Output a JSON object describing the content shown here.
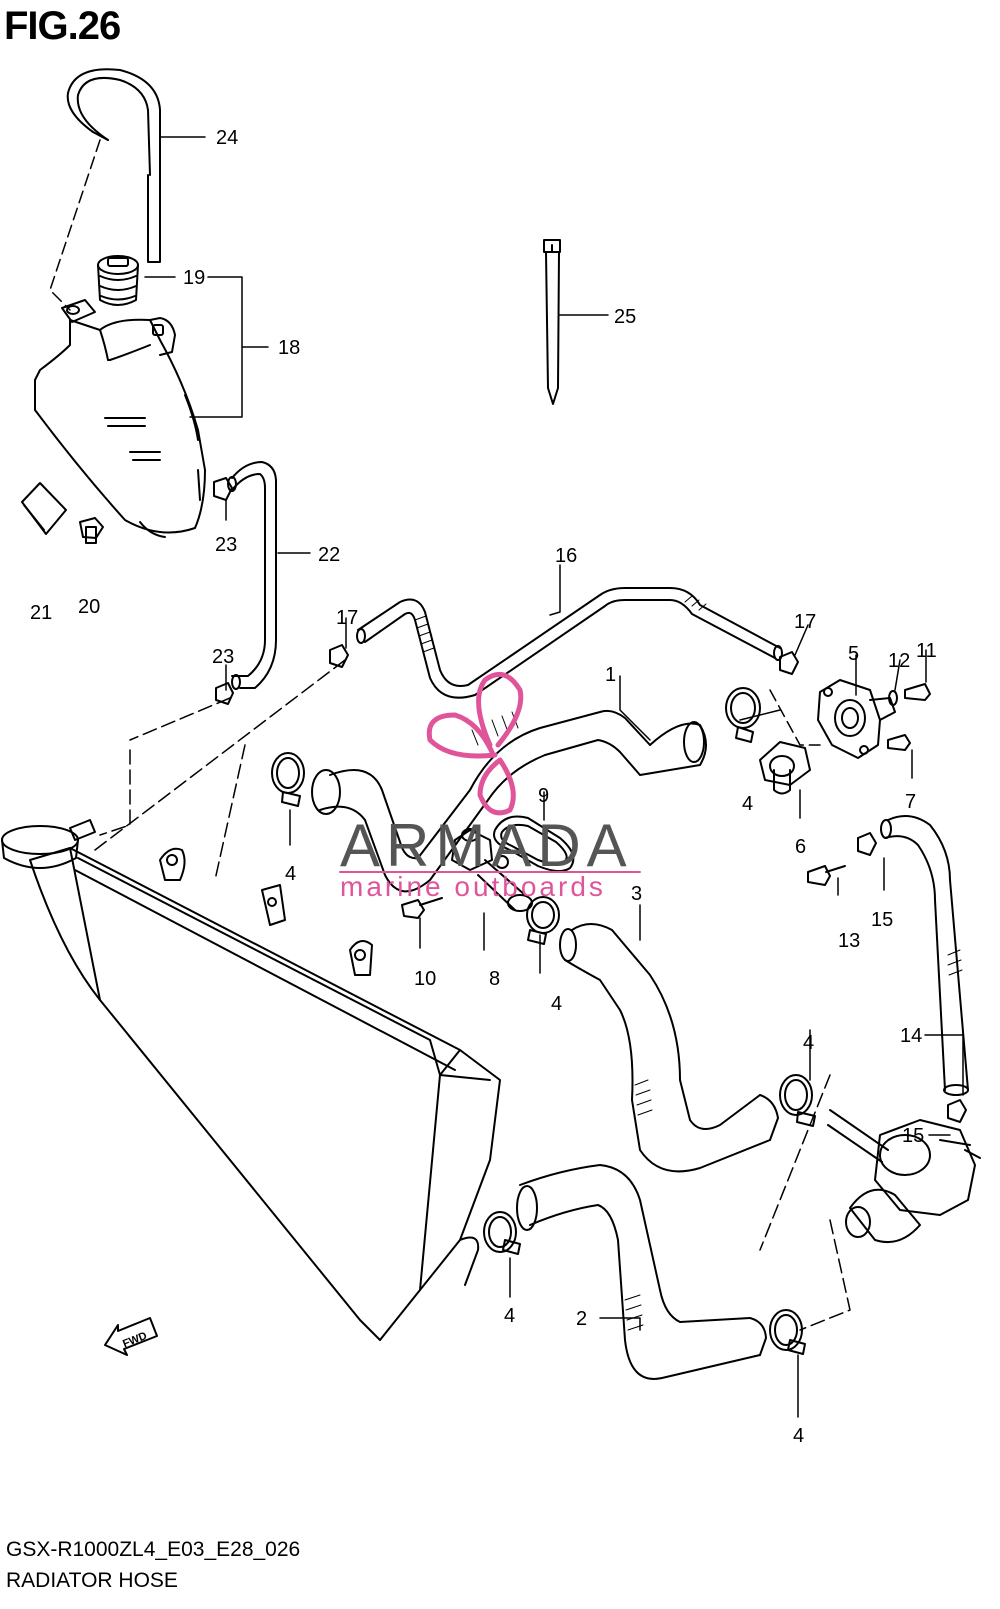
{
  "figure": {
    "title": "FIG.26",
    "code": "GSX-R1000ZL4_E03_E28_026",
    "name": "RADIATOR HOSE"
  },
  "watermark": {
    "brand": "ARMADA",
    "tagline": "marine outboards",
    "accent_color": "#e0559a",
    "text_color": "#555555"
  },
  "fwd_label": "FWD",
  "callouts": [
    {
      "id": "c1",
      "label": "1"
    },
    {
      "id": "c2",
      "label": "2"
    },
    {
      "id": "c3",
      "label": "3"
    },
    {
      "id": "c4a",
      "label": "4"
    },
    {
      "id": "c4b",
      "label": "4"
    },
    {
      "id": "c4c",
      "label": "4"
    },
    {
      "id": "c4d",
      "label": "4"
    },
    {
      "id": "c4e",
      "label": "4"
    },
    {
      "id": "c4f",
      "label": "4"
    },
    {
      "id": "c5",
      "label": "5"
    },
    {
      "id": "c6",
      "label": "6"
    },
    {
      "id": "c7",
      "label": "7"
    },
    {
      "id": "c8",
      "label": "8"
    },
    {
      "id": "c9",
      "label": "9"
    },
    {
      "id": "c10",
      "label": "10"
    },
    {
      "id": "c11",
      "label": "11"
    },
    {
      "id": "c12",
      "label": "12"
    },
    {
      "id": "c13",
      "label": "13"
    },
    {
      "id": "c14",
      "label": "14"
    },
    {
      "id": "c15a",
      "label": "15"
    },
    {
      "id": "c15b",
      "label": "15"
    },
    {
      "id": "c16",
      "label": "16"
    },
    {
      "id": "c17a",
      "label": "17"
    },
    {
      "id": "c17b",
      "label": "17"
    },
    {
      "id": "c18",
      "label": "18"
    },
    {
      "id": "c19",
      "label": "19"
    },
    {
      "id": "c20",
      "label": "20"
    },
    {
      "id": "c21",
      "label": "21"
    },
    {
      "id": "c22",
      "label": "22"
    },
    {
      "id": "c23a",
      "label": "23"
    },
    {
      "id": "c23b",
      "label": "23"
    },
    {
      "id": "c24",
      "label": "24"
    },
    {
      "id": "c25",
      "label": "25"
    }
  ]
}
